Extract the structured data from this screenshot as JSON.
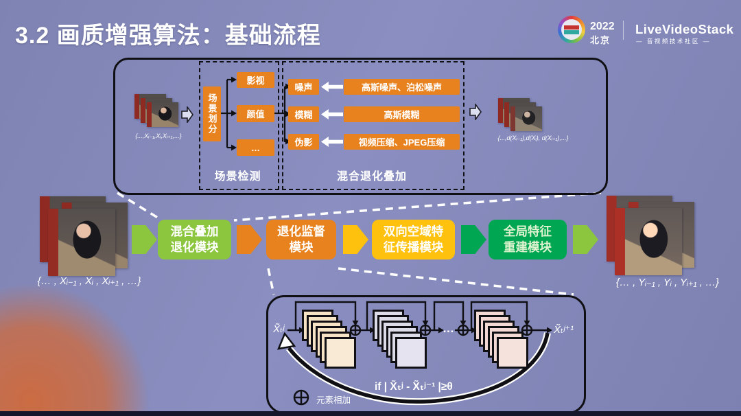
{
  "title": "3.2 画质增强算法：基础流程",
  "header": {
    "year": "2022",
    "city": "北京",
    "brand": "LiveVideoStack",
    "brand_tagline": "— 音视频技术社区 —"
  },
  "colors": {
    "background": "#8287b8",
    "accent_orange": "#e8821f",
    "green_light": "#8cc63f",
    "yellow": "#fec10d",
    "green": "#00a651",
    "blob_orange": "#cf6a3c"
  },
  "top_diagram": {
    "input_label": "{...,Xᵢ₋₁,Xᵢ,Xᵢ₊₁,...}",
    "scene_split_label": "场景划分",
    "categories": [
      "影视",
      "颜值",
      "…"
    ],
    "scene_detect_label": "场景检测",
    "rows": [
      {
        "degradation": "噪声",
        "source": "高斯噪声、泊松噪声"
      },
      {
        "degradation": "模糊",
        "source": "高斯模糊"
      },
      {
        "degradation": "伪影",
        "source": "视频压缩、JPEG压缩"
      }
    ],
    "mix_label": "混合退化叠加",
    "output_label": "{...,d(Xᵢ₋₁),d(Xᵢ), d(Xᵢ₊₁),...}"
  },
  "pipeline": {
    "input_label": "{… , Xᵢ₋₁ , Xᵢ , Xᵢ₊₁ , …}",
    "modules": [
      {
        "line1": "混合叠加",
        "line2": "退化模块"
      },
      {
        "line1": "退化监督",
        "line2": "模块"
      },
      {
        "line1": "双向空域特",
        "line2": "征传播模块"
      },
      {
        "line1": "全局特征",
        "line2": "重建模块"
      }
    ],
    "output_label": "{… , Yᵢ₋₁ , Yᵢ , Yᵢ₊₁ , …}"
  },
  "bottom_diagram": {
    "input_label": "X̃ₜʲ",
    "ellipsis": "…",
    "output_label": "X̃ₜʲ⁺¹",
    "condition": "if | X̃ₜʲ - X̃ₜʲ⁻¹ |≥θ",
    "legend_label": "元素相加"
  }
}
